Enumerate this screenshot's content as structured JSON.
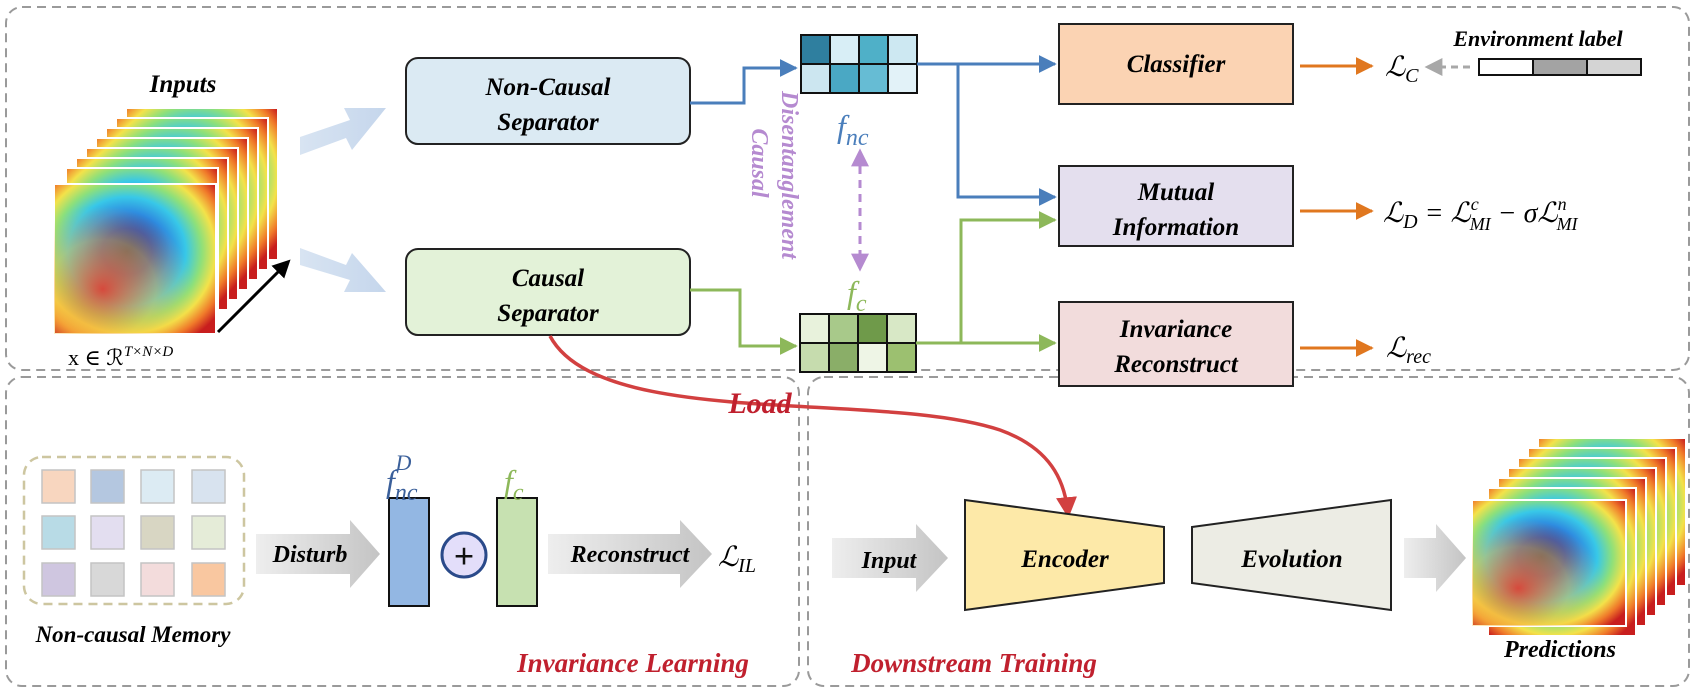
{
  "colors": {
    "panel_border": "#9a9a9a",
    "noncausal_blue": "#4a7ebb",
    "causal_green": "#8db85a",
    "loss_orange": "#e0771f",
    "load_red": "#d24040",
    "label_red": "#c0202e",
    "disentangle_purple": "#b58ad0"
  },
  "inputs": {
    "title": "Inputs",
    "shape_label": "x ∈ ℛ",
    "shape_sup": "T×N×D"
  },
  "separators": {
    "noncausal": [
      "Non-Causal",
      "Separator"
    ],
    "causal": [
      "Causal",
      "Separator"
    ]
  },
  "features": {
    "f_nc_base": "f",
    "f_nc_sub": "nc",
    "f_c_base": "f",
    "f_c_sub": "c",
    "disentangle": [
      "Causal",
      "Disentanglement"
    ]
  },
  "heads": {
    "classifier": "Classifier",
    "mutual": [
      "Mutual",
      "Information"
    ],
    "invariance": [
      "Invariance",
      "Reconstruct"
    ]
  },
  "losses": {
    "lc_base": "ℒ",
    "lc_sub": "C",
    "ld_text": "ℒ",
    "ld_sub_d": "D",
    "ld_mid": " = ℒ",
    "ld_sup_c": "c",
    "ld_sub_mi1": "MI",
    "ld_minus": " − σℒ",
    "ld_sup_n": "n",
    "ld_sub_mi2": "MI",
    "lrec_base": "ℒ",
    "lrec_sub": "rec",
    "lil_base": "ℒ",
    "lil_sub": "IL"
  },
  "env_label": "Environment label",
  "load_label": "Load",
  "memory": {
    "label": "Non-causal Memory"
  },
  "invariance_learning": {
    "disturb": "Disturb",
    "fnc_base": "f",
    "fnc_sub": "nc",
    "fnc_sup": "D",
    "fc_base": "f",
    "fc_sub": "c",
    "plus": "+",
    "reconstruct": "Reconstruct",
    "section_title": "Invariance Learning"
  },
  "downstream": {
    "input": "Input",
    "encoder": "Encoder",
    "evolution": "Evolution",
    "predictions": "Predictions",
    "section_title": "Downstream Training"
  }
}
